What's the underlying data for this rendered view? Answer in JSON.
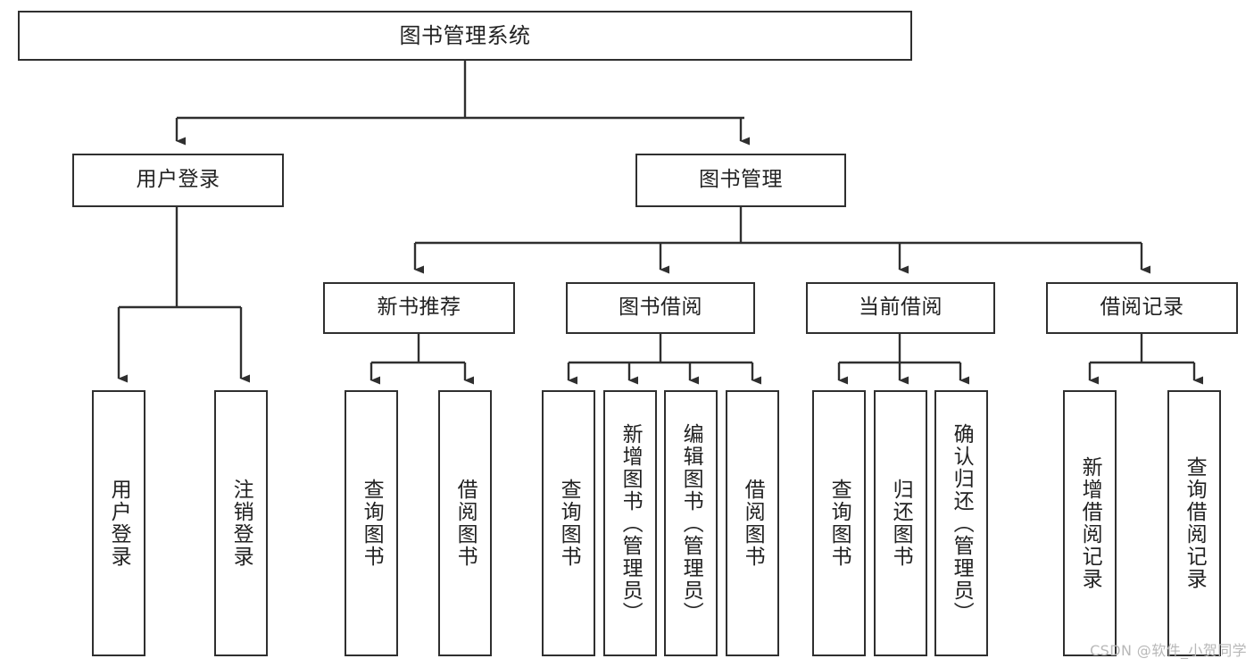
{
  "diagram": {
    "title": "图书管理系统",
    "type": "tree-hierarchy-diagram",
    "root": {
      "label": "图书管理系统"
    },
    "level1": [
      {
        "label": "用户登录"
      },
      {
        "label": "图书管理"
      }
    ],
    "level2": [
      {
        "label": "新书推荐"
      },
      {
        "label": "图书借阅"
      },
      {
        "label": "当前借阅"
      },
      {
        "label": "借阅记录"
      }
    ],
    "leaves": {
      "user_login": [
        {
          "label": "用户登录"
        },
        {
          "label": "注销登录"
        }
      ],
      "new_book_recommend": [
        {
          "label": "查询图书"
        },
        {
          "label": "借阅图书"
        }
      ],
      "book_borrow": [
        {
          "label": "查询图书"
        },
        {
          "label": "新增图书（管理员）"
        },
        {
          "label": "编辑图书（管理员）"
        },
        {
          "label": "借阅图书"
        }
      ],
      "current_borrow": [
        {
          "label": "查询图书"
        },
        {
          "label": "归还图书"
        },
        {
          "label": "确认归还（管理员）"
        }
      ],
      "borrow_record": [
        {
          "label": "新增借阅记录"
        },
        {
          "label": "查询借阅记录"
        }
      ]
    }
  },
  "watermark": {
    "text": "CSDN @软件_小贺同学"
  },
  "colors": {
    "border": "#2f2f2f",
    "text": "#222222",
    "background": "#ffffff",
    "watermark": "#b8b8b8"
  }
}
